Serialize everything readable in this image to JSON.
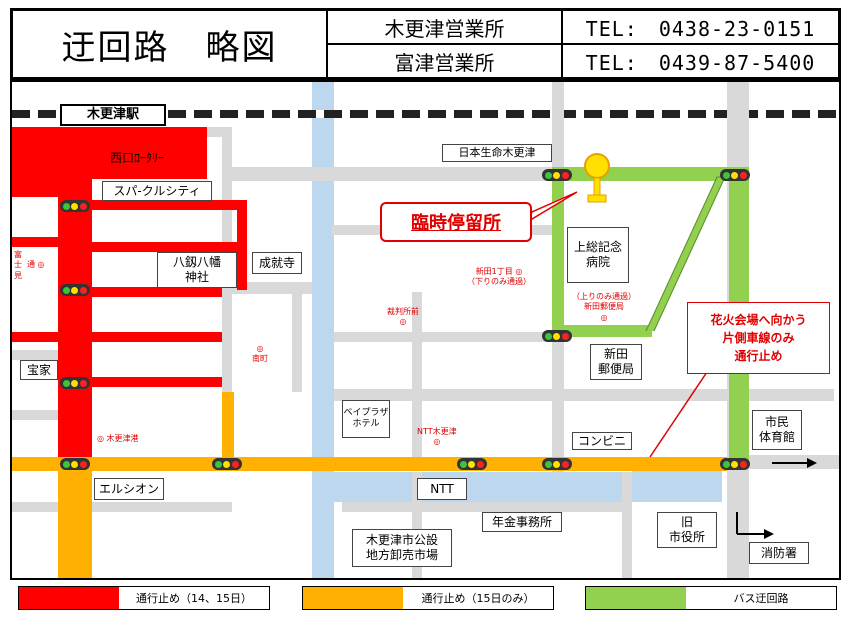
{
  "header": {
    "title": "迂回路　略図",
    "offices": [
      {
        "name": "木更津営業所",
        "tel": "TEL:　0438-23-0151"
      },
      {
        "name": "富津営業所",
        "tel": "TEL:　0439-87-5400"
      }
    ]
  },
  "map": {
    "station": "木更津駅",
    "landmarks": {
      "nishiguchi": "西口ﾛｰﾀﾘｰ",
      "sparkle": "スパ-クルシティ",
      "yasaka": "八釼八幡\n神社",
      "jojuji": "成就寺",
      "nihon_seimei": "日本生命木更津",
      "kazusa_hospital": "上総記念\n病院",
      "shinden_post": "新田\n郵便局",
      "takarake": "宝家",
      "bayplaza": "ベイプラザ\nホテル",
      "konbini": "コンビニ",
      "shimin_gym": "市民\n体育館",
      "elsion": "エルシオン",
      "ntt": "NTT",
      "nenkin": "年金事務所",
      "old_cityhall": "旧\n市役所",
      "ichiba": "木更津市公設\n地方卸売市場",
      "fire": "消防署"
    },
    "stops": {
      "futtsu": "富\n士\n見",
      "futtsu_mark": "通 ◎",
      "shinden1": "新田1丁目 ◎\n（下りのみ通過）",
      "saibansho": "裁判所前\n◎",
      "shinden_post_stop": "（上りのみ通過）\n新田郵便局\n◎",
      "minamicho": "◎\n南町",
      "kisarazu_ko": "◎ 木更津港",
      "ntt_stop": "NTT木更津\n◎"
    },
    "temp_stop": "臨時停留所",
    "notice": "花火会場へ向かう\n片側車線のみ\n通行止め"
  },
  "legend": [
    {
      "label": "通行止め（14、15日）",
      "color": "#ff0000"
    },
    {
      "label": "通行止め（15日のみ）",
      "color": "#ffb000"
    },
    {
      "label": "バス迂回路",
      "color": "#92d050"
    }
  ]
}
